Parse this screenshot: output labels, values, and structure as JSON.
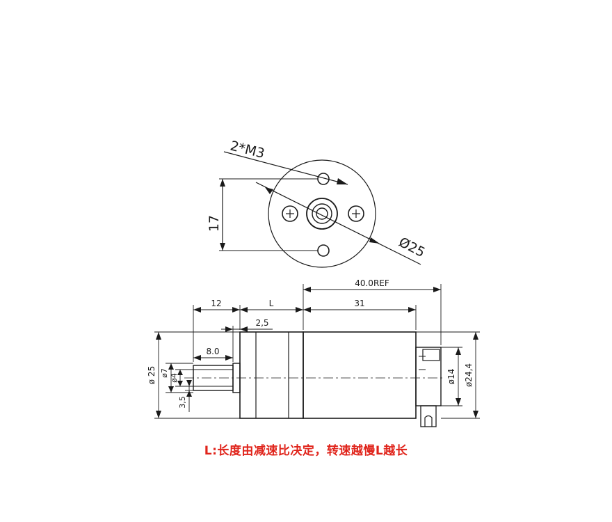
{
  "labels": {
    "holes": "2*M3",
    "spacing": "17",
    "flange_dia": "Ø25",
    "ref_length": "40.0REF",
    "shaft_len": "12",
    "gear_len": "L",
    "motor_len": "31",
    "collar": "2,5",
    "flat_len": "8.0",
    "body_dia": "ø 25",
    "shaft_dia": "ø7",
    "flat_dia": "ø4",
    "offset": "3,5",
    "endcap_dia": "ø14",
    "motor_dia": "ø24,4"
  },
  "note": {
    "text": "L:长度由减速比决定，转速越慢L越长",
    "color": "#e0241b"
  }
}
